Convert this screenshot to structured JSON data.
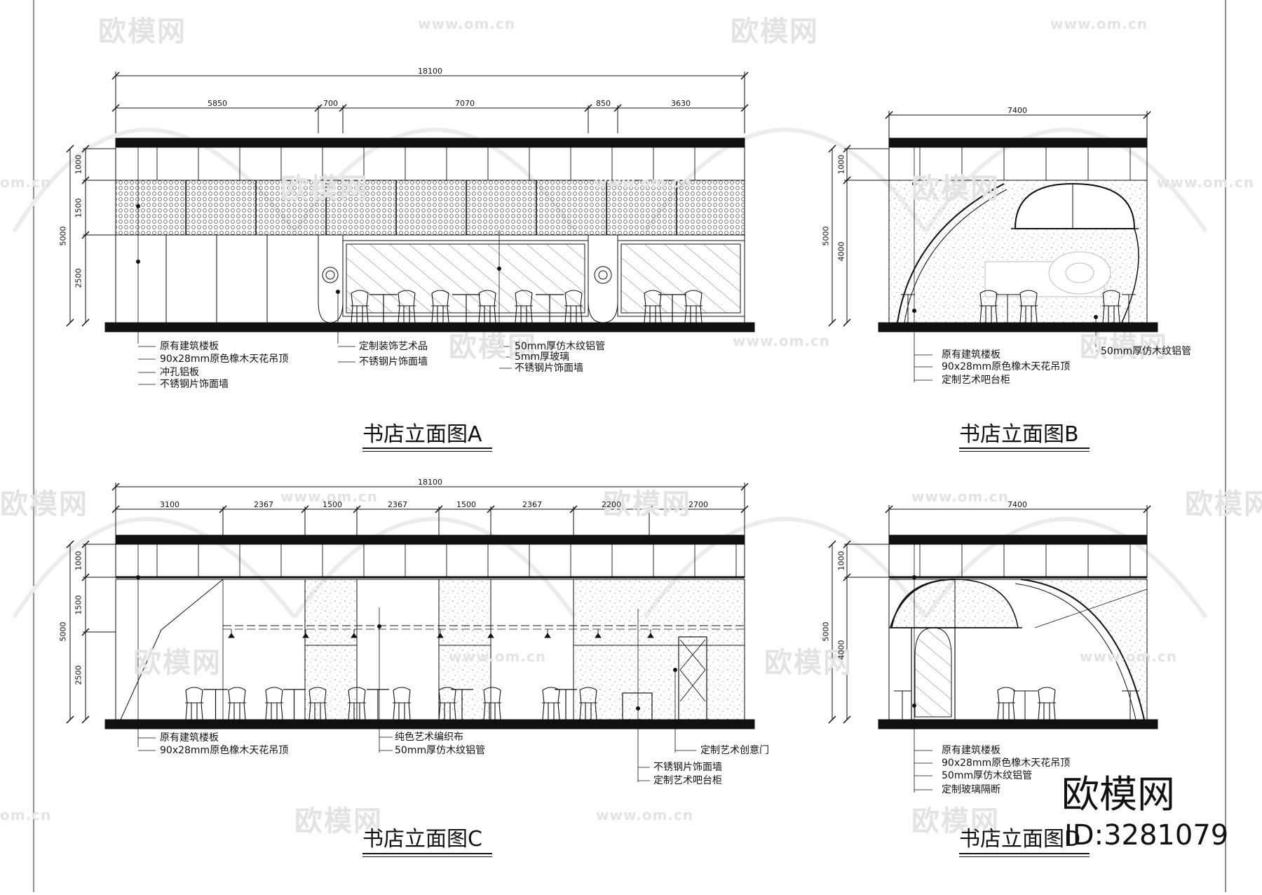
{
  "watermark": {
    "brand": "欧模网",
    "url": "www.om.cn",
    "url_short": "om.cn"
  },
  "brand": {
    "name": "欧模网",
    "id": "ID:3281079"
  },
  "panels": {
    "A": {
      "title": "书店立面图A",
      "dims_top_total": "18100",
      "dims_top": [
        "5850",
        "700",
        "7070",
        "850",
        "3630"
      ],
      "dims_side": [
        "1000",
        "1500",
        "2500"
      ],
      "dims_side_total": "5000",
      "labels_left": [
        "原有建筑楼板",
        "90x28mm原色橡木天花吊顶",
        "冲孔铝板",
        "不锈钢片饰面墙"
      ],
      "labels_mid": [
        "定制装饰艺术品",
        "不锈钢片饰面墙"
      ],
      "labels_right": [
        "50mm厚仿木纹铝管",
        "5mm厚玻璃",
        "不锈钢片饰面墙"
      ]
    },
    "B": {
      "title": "书店立面图B",
      "dims_top_total": "7400",
      "dims_side": [
        "1000",
        "4000"
      ],
      "dims_side_total": "5000",
      "labels_left": [
        "原有建筑楼板",
        "90x28mm原色橡木天花吊顶",
        "定制艺术吧台柜"
      ],
      "labels_right": [
        "50mm厚仿木纹铝管"
      ]
    },
    "C": {
      "title": "书店立面图C",
      "dims_top_total": "18100",
      "dims_top": [
        "3100",
        "2367",
        "1500",
        "2367",
        "1500",
        "2367",
        "2200",
        "2700"
      ],
      "dims_side": [
        "1000",
        "1500",
        "2500"
      ],
      "dims_side_total": "5000",
      "labels_left": [
        "原有建筑楼板",
        "90x28mm原色橡木天花吊顶"
      ],
      "labels_mid": [
        "纯色艺术编织布",
        "50mm厚仿木纹铝管"
      ],
      "labels_right1": [
        "定制艺术创意门"
      ],
      "labels_right2": [
        "不锈钢片饰面墙",
        "定制艺术吧台柜"
      ]
    },
    "D": {
      "title": "书店立面图D",
      "dims_top_total": "7400",
      "dims_side": [
        "1000",
        "4000"
      ],
      "dims_side_total": "5000",
      "labels_left": [
        "原有建筑楼板",
        "90x28mm原色橡木天花吊顶",
        "50mm厚仿木纹铝管",
        "定制玻璃隔断"
      ]
    }
  }
}
